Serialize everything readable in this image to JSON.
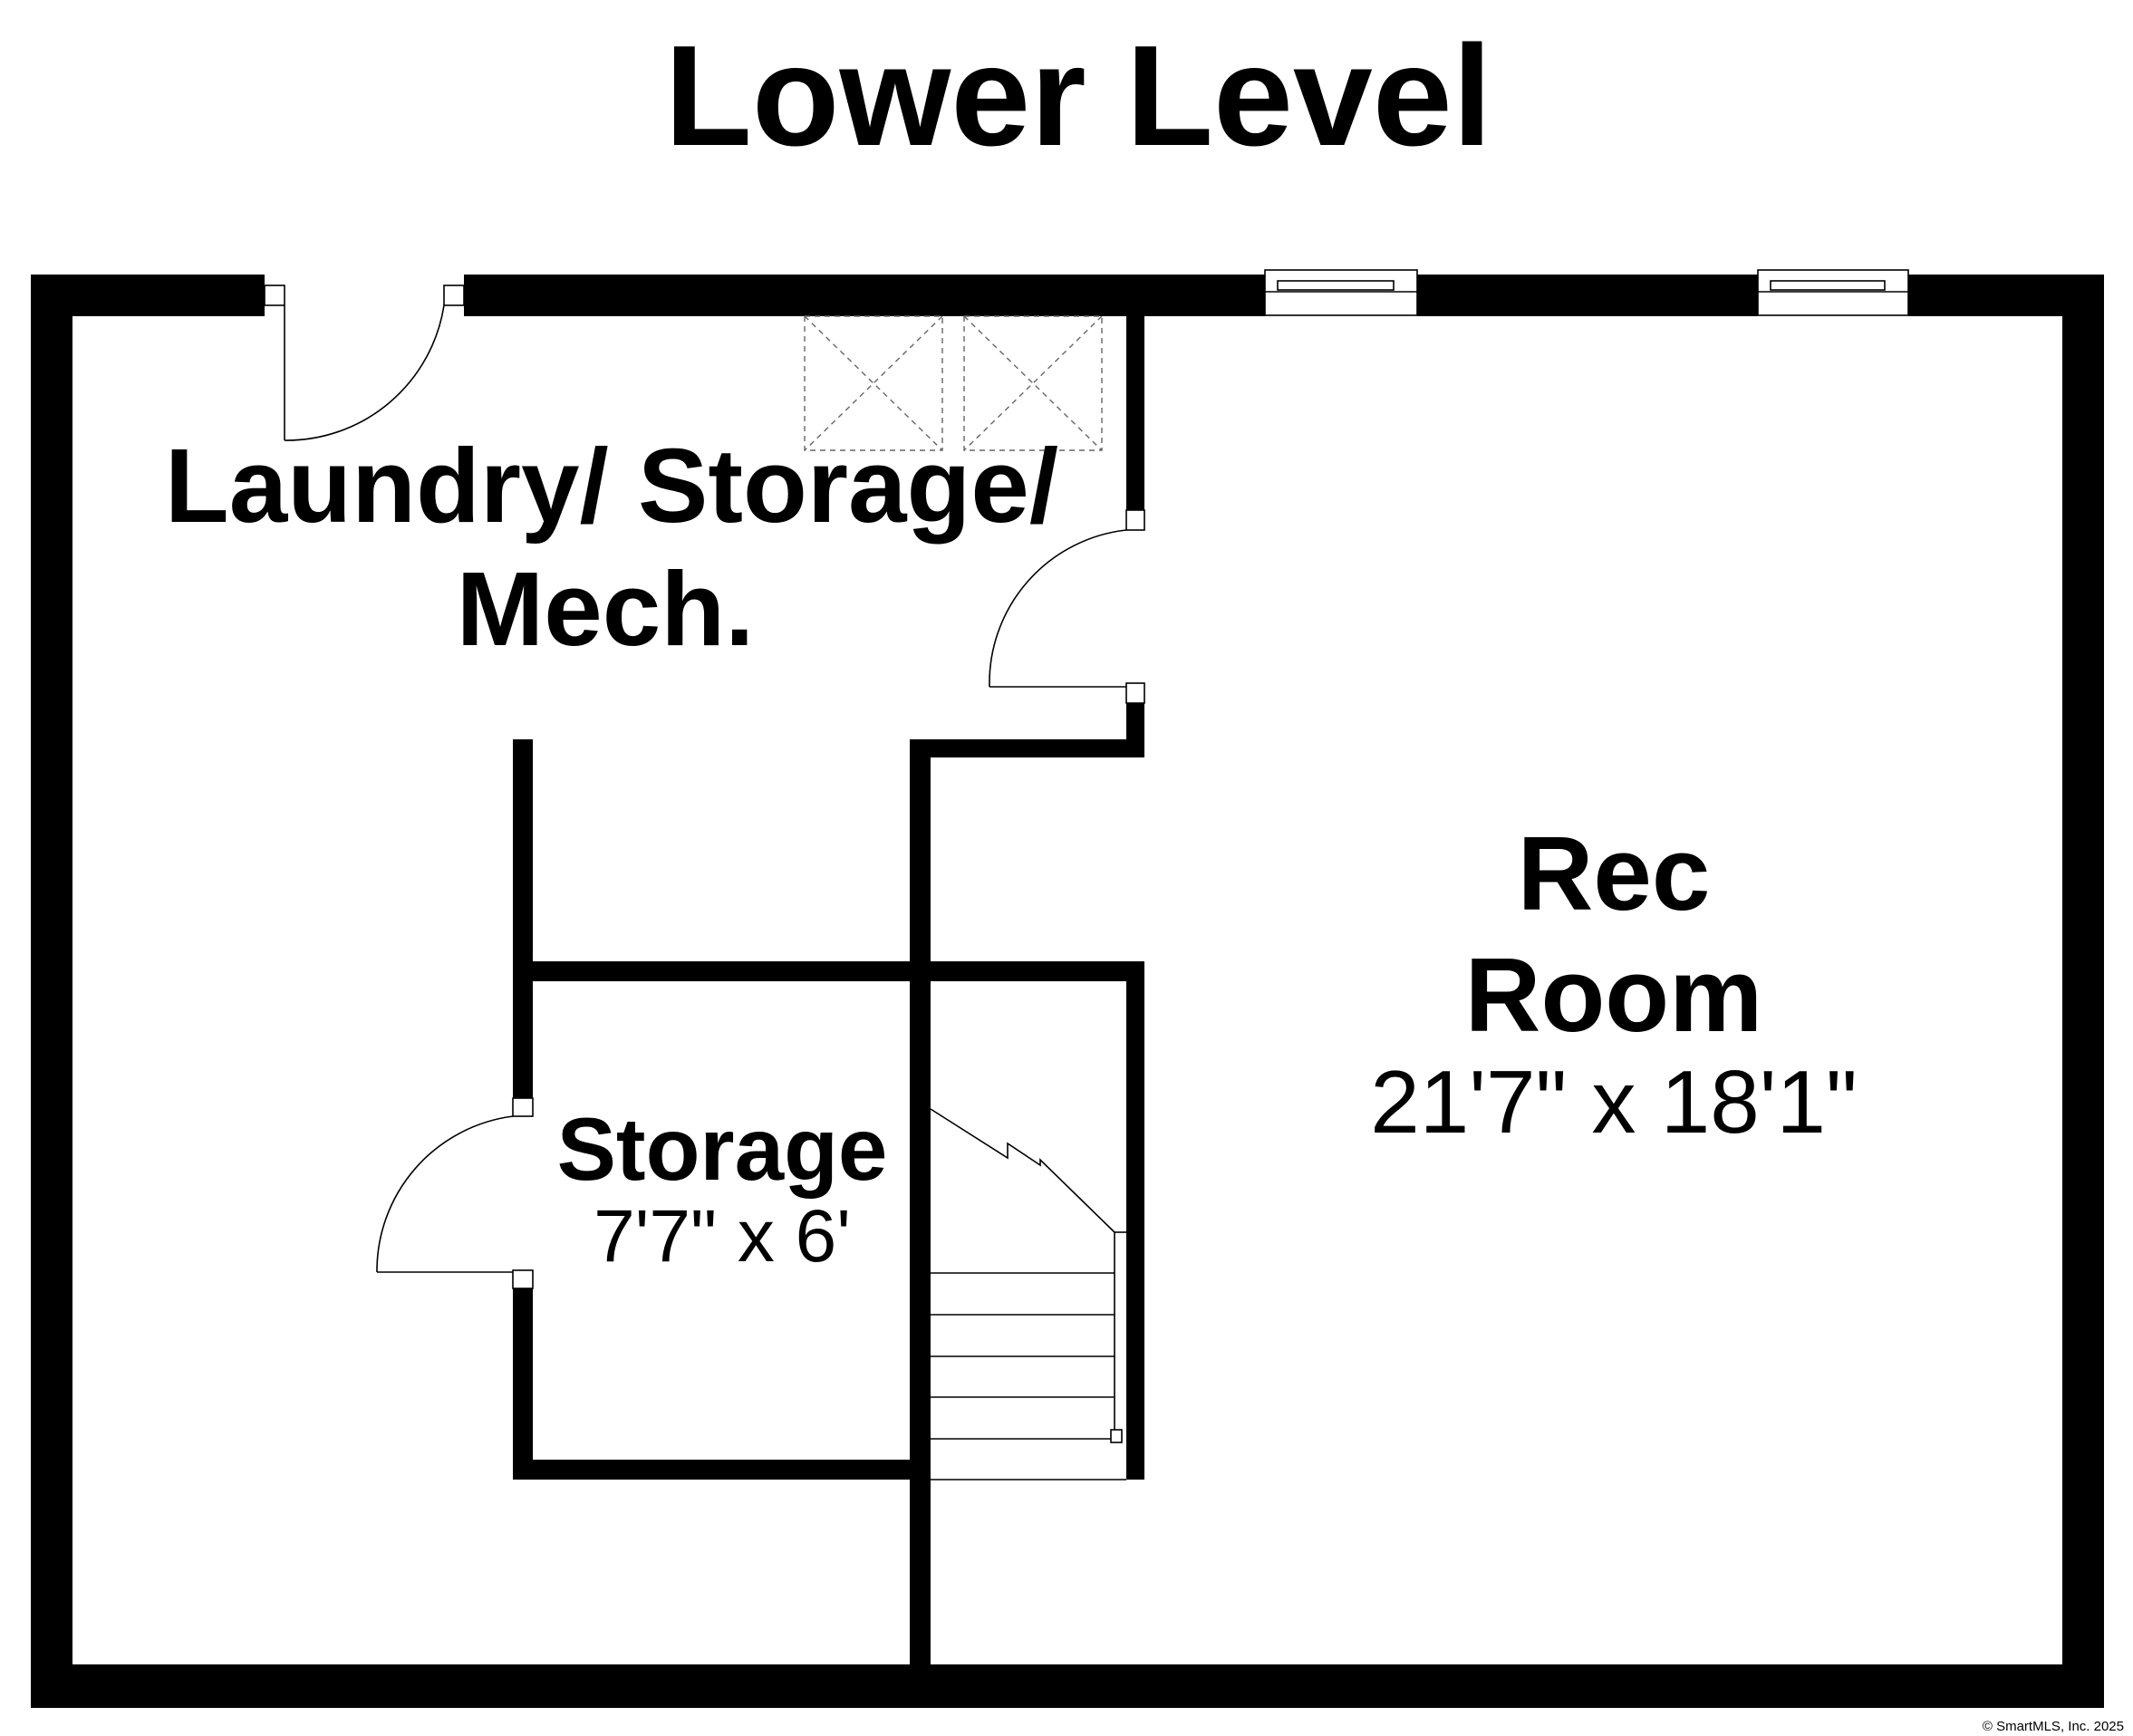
{
  "title": "Lower Level",
  "rooms": {
    "laundry": {
      "name_line1": "Laundry/ Storage/",
      "name_line2": "Mech."
    },
    "rec": {
      "name_line1": "Rec",
      "name_line2": "Room",
      "dimensions": "21'7\" x 18'1\""
    },
    "storage": {
      "name": "Storage",
      "dimensions": "7'7\" x 6'"
    }
  },
  "copyright": "© SmartMLS, Inc. 2025",
  "colors": {
    "wall": "#000000",
    "background": "#ffffff",
    "fixture": "#666666"
  }
}
